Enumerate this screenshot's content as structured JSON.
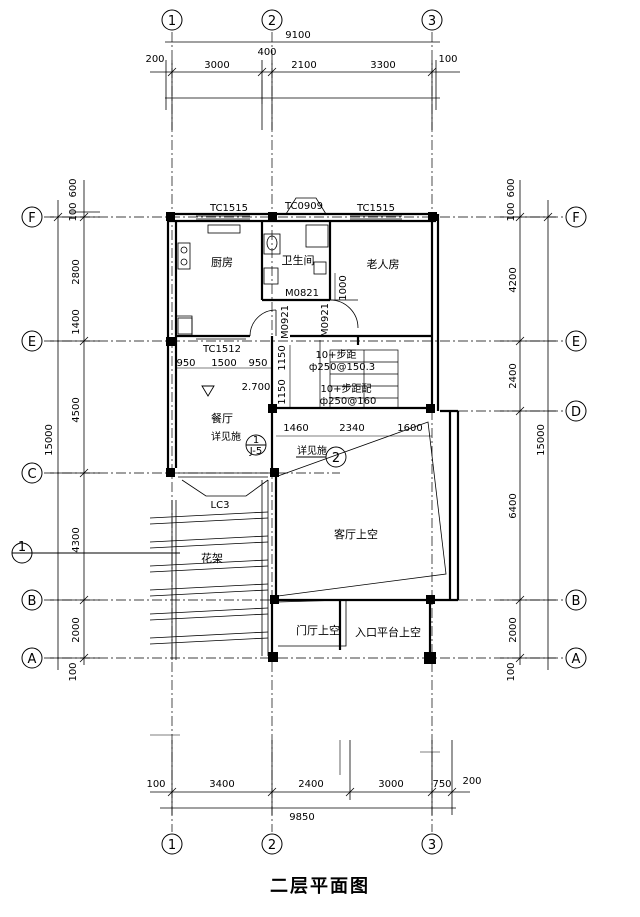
{
  "title": "二层平面图",
  "axes": {
    "axis_1": "1",
    "axis_2": "2",
    "axis_3": "3",
    "axis_A": "A",
    "axis_B": "B",
    "axis_C": "C",
    "axis_D": "D",
    "axis_E": "E",
    "axis_F": "F",
    "axis_sub": "1"
  },
  "top_dims": {
    "total": "9100",
    "seg_a": "200",
    "seg_b": "3000",
    "seg_c": "400",
    "seg_d": "2100",
    "seg_e": "3300",
    "seg_f": "100"
  },
  "bottom_dims": {
    "total": "9850",
    "seg_a": "100",
    "seg_b": "3400",
    "seg_c": "2400",
    "seg_d": "3000",
    "seg_e": "750",
    "seg_f": "200"
  },
  "left_dims": {
    "total": "15000",
    "s600": "600",
    "s100a": "100",
    "s2800": "2800",
    "s1400": "1400",
    "s4500": "4500",
    "s4300": "4300",
    "s2000": "2000",
    "s100b": "100"
  },
  "right_dims": {
    "total": "15000",
    "s600": "600",
    "s100": "100",
    "s4200": "4200",
    "s2400": "2400",
    "s6400": "6400",
    "s2000": "2000",
    "s100b": "100"
  },
  "rooms": {
    "kitchen": "厨房",
    "bathroom": "卫生间",
    "elder_room": "老人房",
    "dining": "餐厅",
    "living_void": "客厅上空",
    "hall_void": "门厅上空",
    "entrance_void": "入口平台上空",
    "flower_rack": "花架"
  },
  "openings": {
    "win_tc1515_left": "TC1515",
    "win_tc0909": "TC0909",
    "win_tc1515_right": "TC1515",
    "win_tc1512": "TC1512",
    "door_m0821": "M0821",
    "door_m0921_a": "M0921",
    "door_m0921_b": "M0921",
    "win_lc3": "LC3",
    "dim_1000": "1000"
  },
  "inner_dims": {
    "d950a": "950",
    "d1500": "1500",
    "d950b": "950",
    "d1150a": "1150",
    "d1150b": "1150",
    "level": "2.700",
    "d1460": "1460",
    "d2340": "2340",
    "d1600": "1600",
    "stair_1": "10+步距",
    "stair_2": "ф250@150.3",
    "stair_3": "10+步距配",
    "stair_4": "ф250@160"
  },
  "callouts": {
    "sec1_num": "1",
    "sec1_sub": "J-5",
    "sec1_label": "详见施",
    "sec2_num": "2",
    "sec2_label": "详见施"
  }
}
